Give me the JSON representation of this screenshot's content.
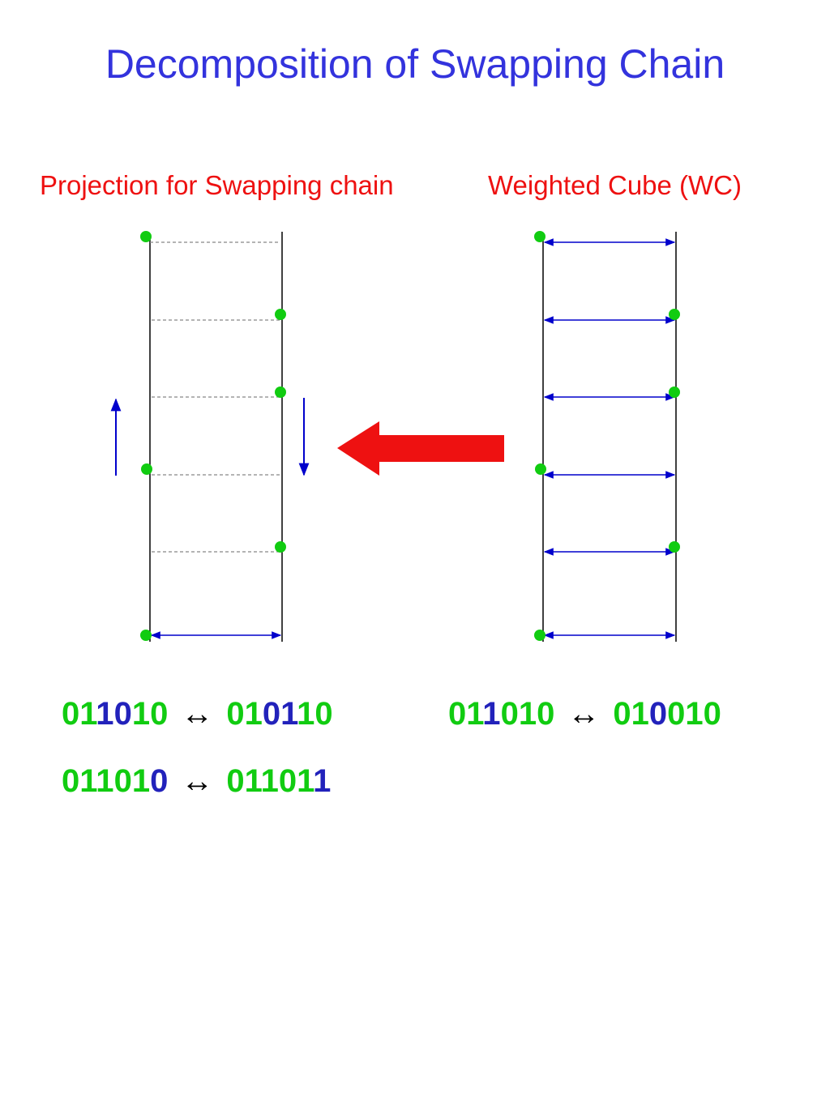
{
  "title": "Decomposition of Swapping Chain",
  "left_heading": "Projection for Swapping chain",
  "right_heading": "Weighted Cube (WC)",
  "arrow_symbol": "↔",
  "colors": {
    "title": "#3333dd",
    "heading": "#ee1111",
    "node": "#11cc11",
    "edge": "#0000cc",
    "big_arrow": "#ee1111",
    "bit_green": "#11cc11",
    "bit_blue": "#2222bb"
  },
  "equations": [
    {
      "lhs": [
        [
          "0",
          "g"
        ],
        [
          "1",
          "g"
        ],
        [
          "1",
          "b"
        ],
        [
          "0",
          "b"
        ],
        [
          "1",
          "g"
        ],
        [
          "0",
          "g"
        ]
      ],
      "rhs": [
        [
          "0",
          "g"
        ],
        [
          "1",
          "g"
        ],
        [
          "0",
          "b"
        ],
        [
          "1",
          "b"
        ],
        [
          "1",
          "g"
        ],
        [
          "0",
          "g"
        ]
      ]
    },
    {
      "lhs": [
        [
          "0",
          "g"
        ],
        [
          "1",
          "g"
        ],
        [
          "1",
          "b"
        ],
        [
          "0",
          "g"
        ],
        [
          "1",
          "g"
        ],
        [
          "0",
          "g"
        ]
      ],
      "rhs": [
        [
          "0",
          "g"
        ],
        [
          "1",
          "g"
        ],
        [
          "0",
          "b"
        ],
        [
          "0",
          "g"
        ],
        [
          "1",
          "g"
        ],
        [
          "0",
          "g"
        ]
      ]
    },
    {
      "lhs": [
        [
          "0",
          "g"
        ],
        [
          "1",
          "g"
        ],
        [
          "1",
          "g"
        ],
        [
          "0",
          "g"
        ],
        [
          "1",
          "g"
        ],
        [
          "0",
          "b"
        ]
      ],
      "rhs": [
        [
          "0",
          "g"
        ],
        [
          "1",
          "g"
        ],
        [
          "1",
          "g"
        ],
        [
          "0",
          "g"
        ],
        [
          "1",
          "g"
        ],
        [
          "1",
          "b"
        ]
      ]
    }
  ]
}
